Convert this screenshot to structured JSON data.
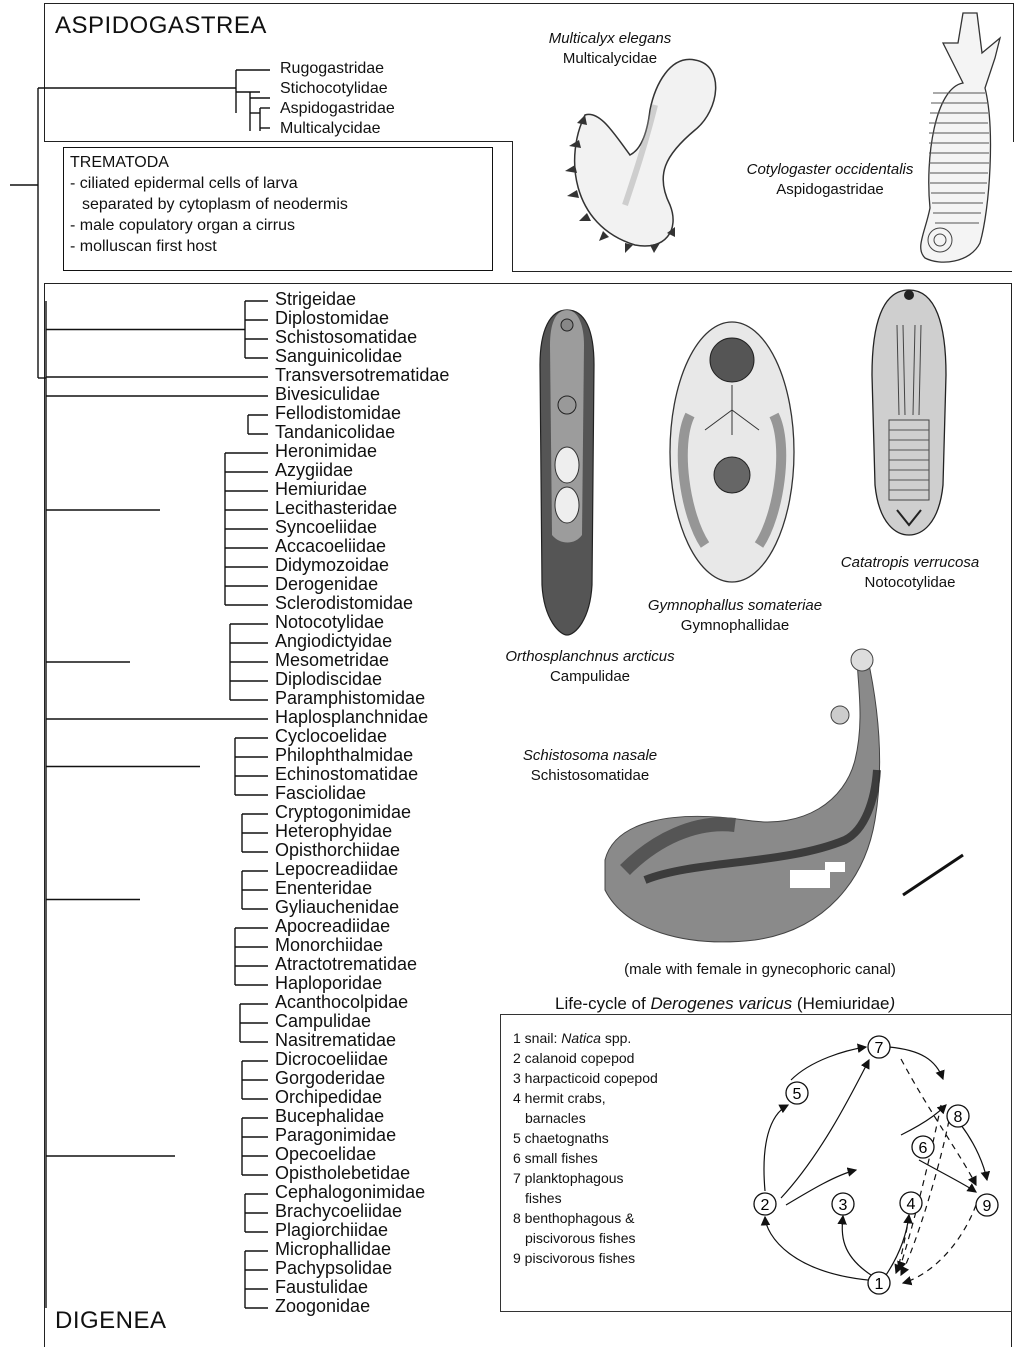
{
  "aspidogastrea": {
    "heading": "ASPIDOGASTREA",
    "families": [
      "Rugogastridae",
      "Stichocotylidae",
      "Aspidogastridae",
      "Multicalycidae"
    ],
    "figures": [
      {
        "species": "Multicalyx elegans",
        "family": "Multicalycidae"
      },
      {
        "species": "Cotylogaster occidentalis",
        "family": "Aspidogastridae"
      }
    ]
  },
  "trematoda": {
    "title": "TREMATODA",
    "traits": [
      "- ciliated epidermal cells of larva",
      "separated by cytoplasm of neodermis",
      "- male copulatory organ a cirrus",
      "- molluscan first host"
    ]
  },
  "digenea": {
    "heading": "DIGENEA",
    "families": [
      "Strigeidae",
      "Diplostomidae",
      "Schistosomatidae",
      "Sanguinicolidae",
      "Transversotrematidae",
      "Bivesiculidae",
      "Fellodistomidae",
      "Tandanicolidae",
      "Heronimidae",
      "Azygiidae",
      "Hemiuridae",
      "Lecithasteridae",
      "Syncoeliidae",
      "Accacoeliidae",
      "Didymozoidae",
      "Derogenidae",
      "Sclerodistomidae",
      "Notocotylidae",
      "Angiodictyidae",
      "Mesometridae",
      "Diplodiscidae",
      "Paramphistomidae",
      "Haplosplanchnidae",
      "Cyclocoelidae",
      "Philophthalmidae",
      "Echinostomatidae",
      "Fasciolidae",
      "Cryptogonimidae",
      "Heterophyidae",
      "Opisthorchiidae",
      "Lepocreadiidae",
      "Enenteridae",
      "Gyliauchenidae",
      "Apocreadiidae",
      "Monorchiidae",
      "Atractotrematidae",
      "Haploporidae",
      "Acanthocolpidae",
      "Campulidae",
      "Nasitrematidae",
      "Dicrocoeliidae",
      "Gorgoderidae",
      "Orchipedidae",
      "Bucephalidae",
      "Paragonimidae",
      "Opecoelidae",
      "Opistholebetidae",
      "Cephalogonimidae",
      "Brachycoeliidae",
      "Plagiorchiidae",
      "Microphallidae",
      "Pachypsolidae",
      "Faustulidae",
      "Zoogonidae"
    ],
    "figures": [
      {
        "species": "Orthosplanchnus arcticus",
        "family": "Campulidae"
      },
      {
        "species": "Gymnophallus somateriae",
        "family": "Gymnophallidae"
      },
      {
        "species": "Catatropis verrucosa",
        "family": "Notocotylidae"
      },
      {
        "species": "Schistosoma nasale",
        "family": "Schistosomatidae"
      }
    ],
    "schisto_note": "(male with female in gynecophoric canal)"
  },
  "life_cycle": {
    "title_prefix": "Life-cycle of ",
    "title_species": "Derogenes varicus",
    "title_suffix": " (Hemiuridae",
    "title_close": ")",
    "hosts": [
      {
        "num": "1",
        "text": "snail: ",
        "italic": "Natica",
        "rest": " spp."
      },
      {
        "num": "2",
        "text": "calanoid copepod"
      },
      {
        "num": "3",
        "text": "harpacticoid copepod"
      },
      {
        "num": "4",
        "text": "hermit crabs,"
      },
      {
        "num": "",
        "text": "barnacles"
      },
      {
        "num": "5",
        "text": "chaetognaths"
      },
      {
        "num": "6",
        "text": "small fishes"
      },
      {
        "num": "7",
        "text": "planktophagous"
      },
      {
        "num": "",
        "text": "fishes"
      },
      {
        "num": "8",
        "text": "benthophagous &"
      },
      {
        "num": "",
        "text": "piscivorous fishes"
      },
      {
        "num": "9",
        "text": "piscivorous fishes"
      }
    ],
    "nodes": [
      "1",
      "2",
      "3",
      "4",
      "5",
      "6",
      "7",
      "8",
      "9"
    ]
  }
}
